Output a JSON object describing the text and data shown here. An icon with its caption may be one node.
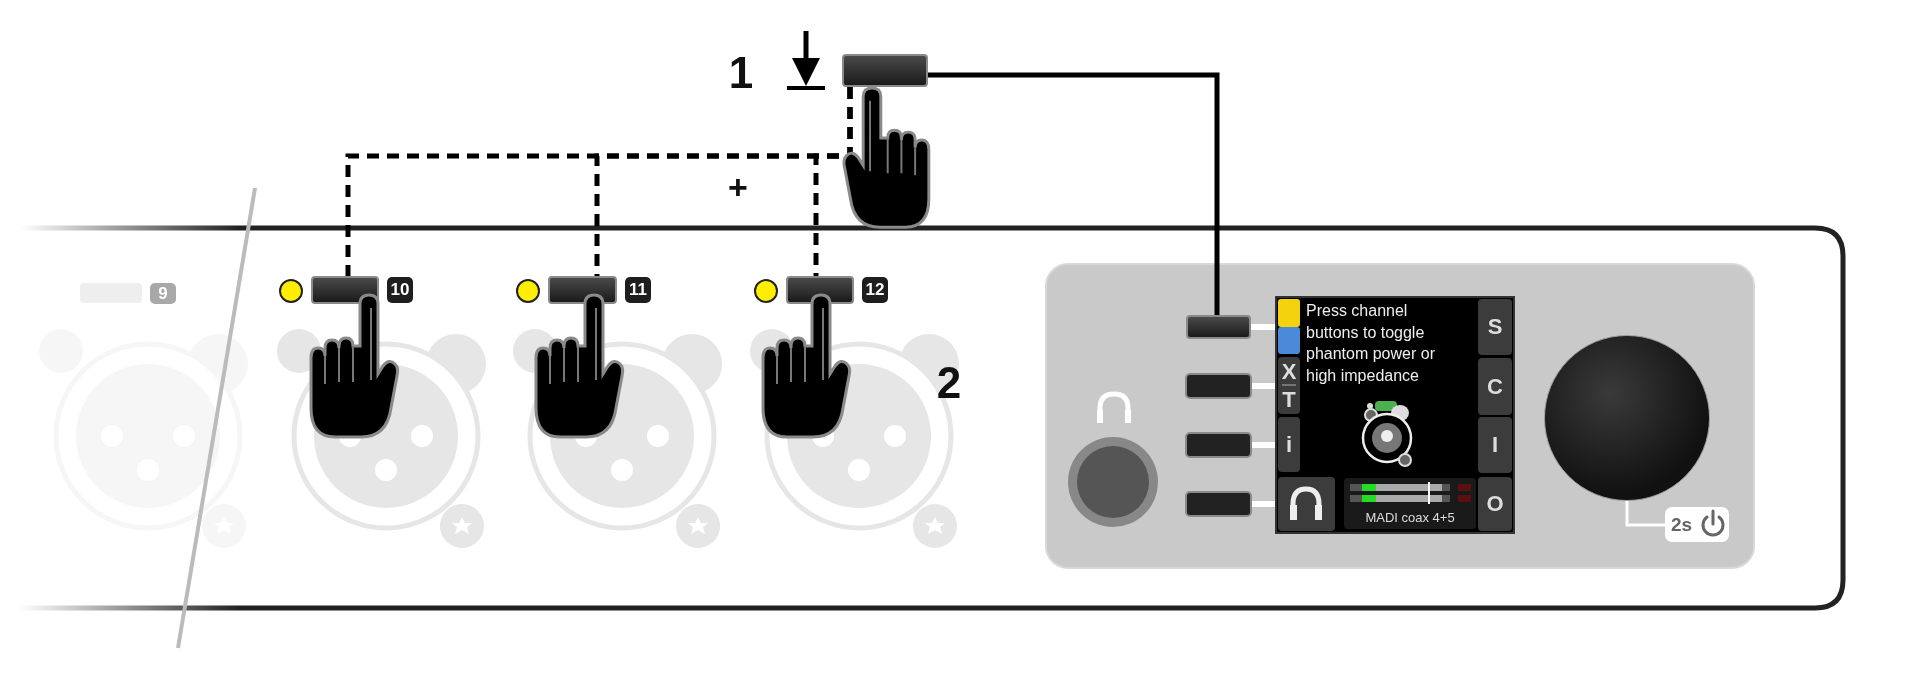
{
  "diagram": {
    "nodes": [
      {
        "text": [],
        "shape": "box"
      },
      {
        "text": [],
        "shape": "box",
        "beside": [
          "10"
        ]
      },
      {
        "text": [],
        "shape": "box",
        "beside": [
          "11"
        ]
      },
      {
        "text": [],
        "shape": "box",
        "beside": [
          "12"
        ]
      },
      {
        "text": [],
        "shape": "box"
      },
      {
        "text": [],
        "shape": "circle"
      },
      {
        "text": [
          "2s"
        ]
      }
    ],
    "edges": [
      {
        "from": 0,
        "to": 4,
        "arrow": "none"
      },
      {
        "from": 0,
        "to": 1,
        "arrow": "none",
        "style": "dashed"
      },
      {
        "from": 0,
        "to": 2,
        "arrow": "none",
        "style": "dashed"
      },
      {
        "from": 0,
        "to": 3,
        "arrow": "none",
        "style": "dashed"
      },
      {
        "from": 5,
        "to": 6,
        "arrow": "none",
        "color": "#ffffff"
      }
    ],
    "labels": [
      "1",
      "+",
      "9",
      "Press channel buttons to toggle phantom power or high impedance",
      "S",
      "X",
      "T",
      "C",
      "2",
      "i",
      "I",
      "MADI coax 4+5",
      "O"
    ]
  }
}
